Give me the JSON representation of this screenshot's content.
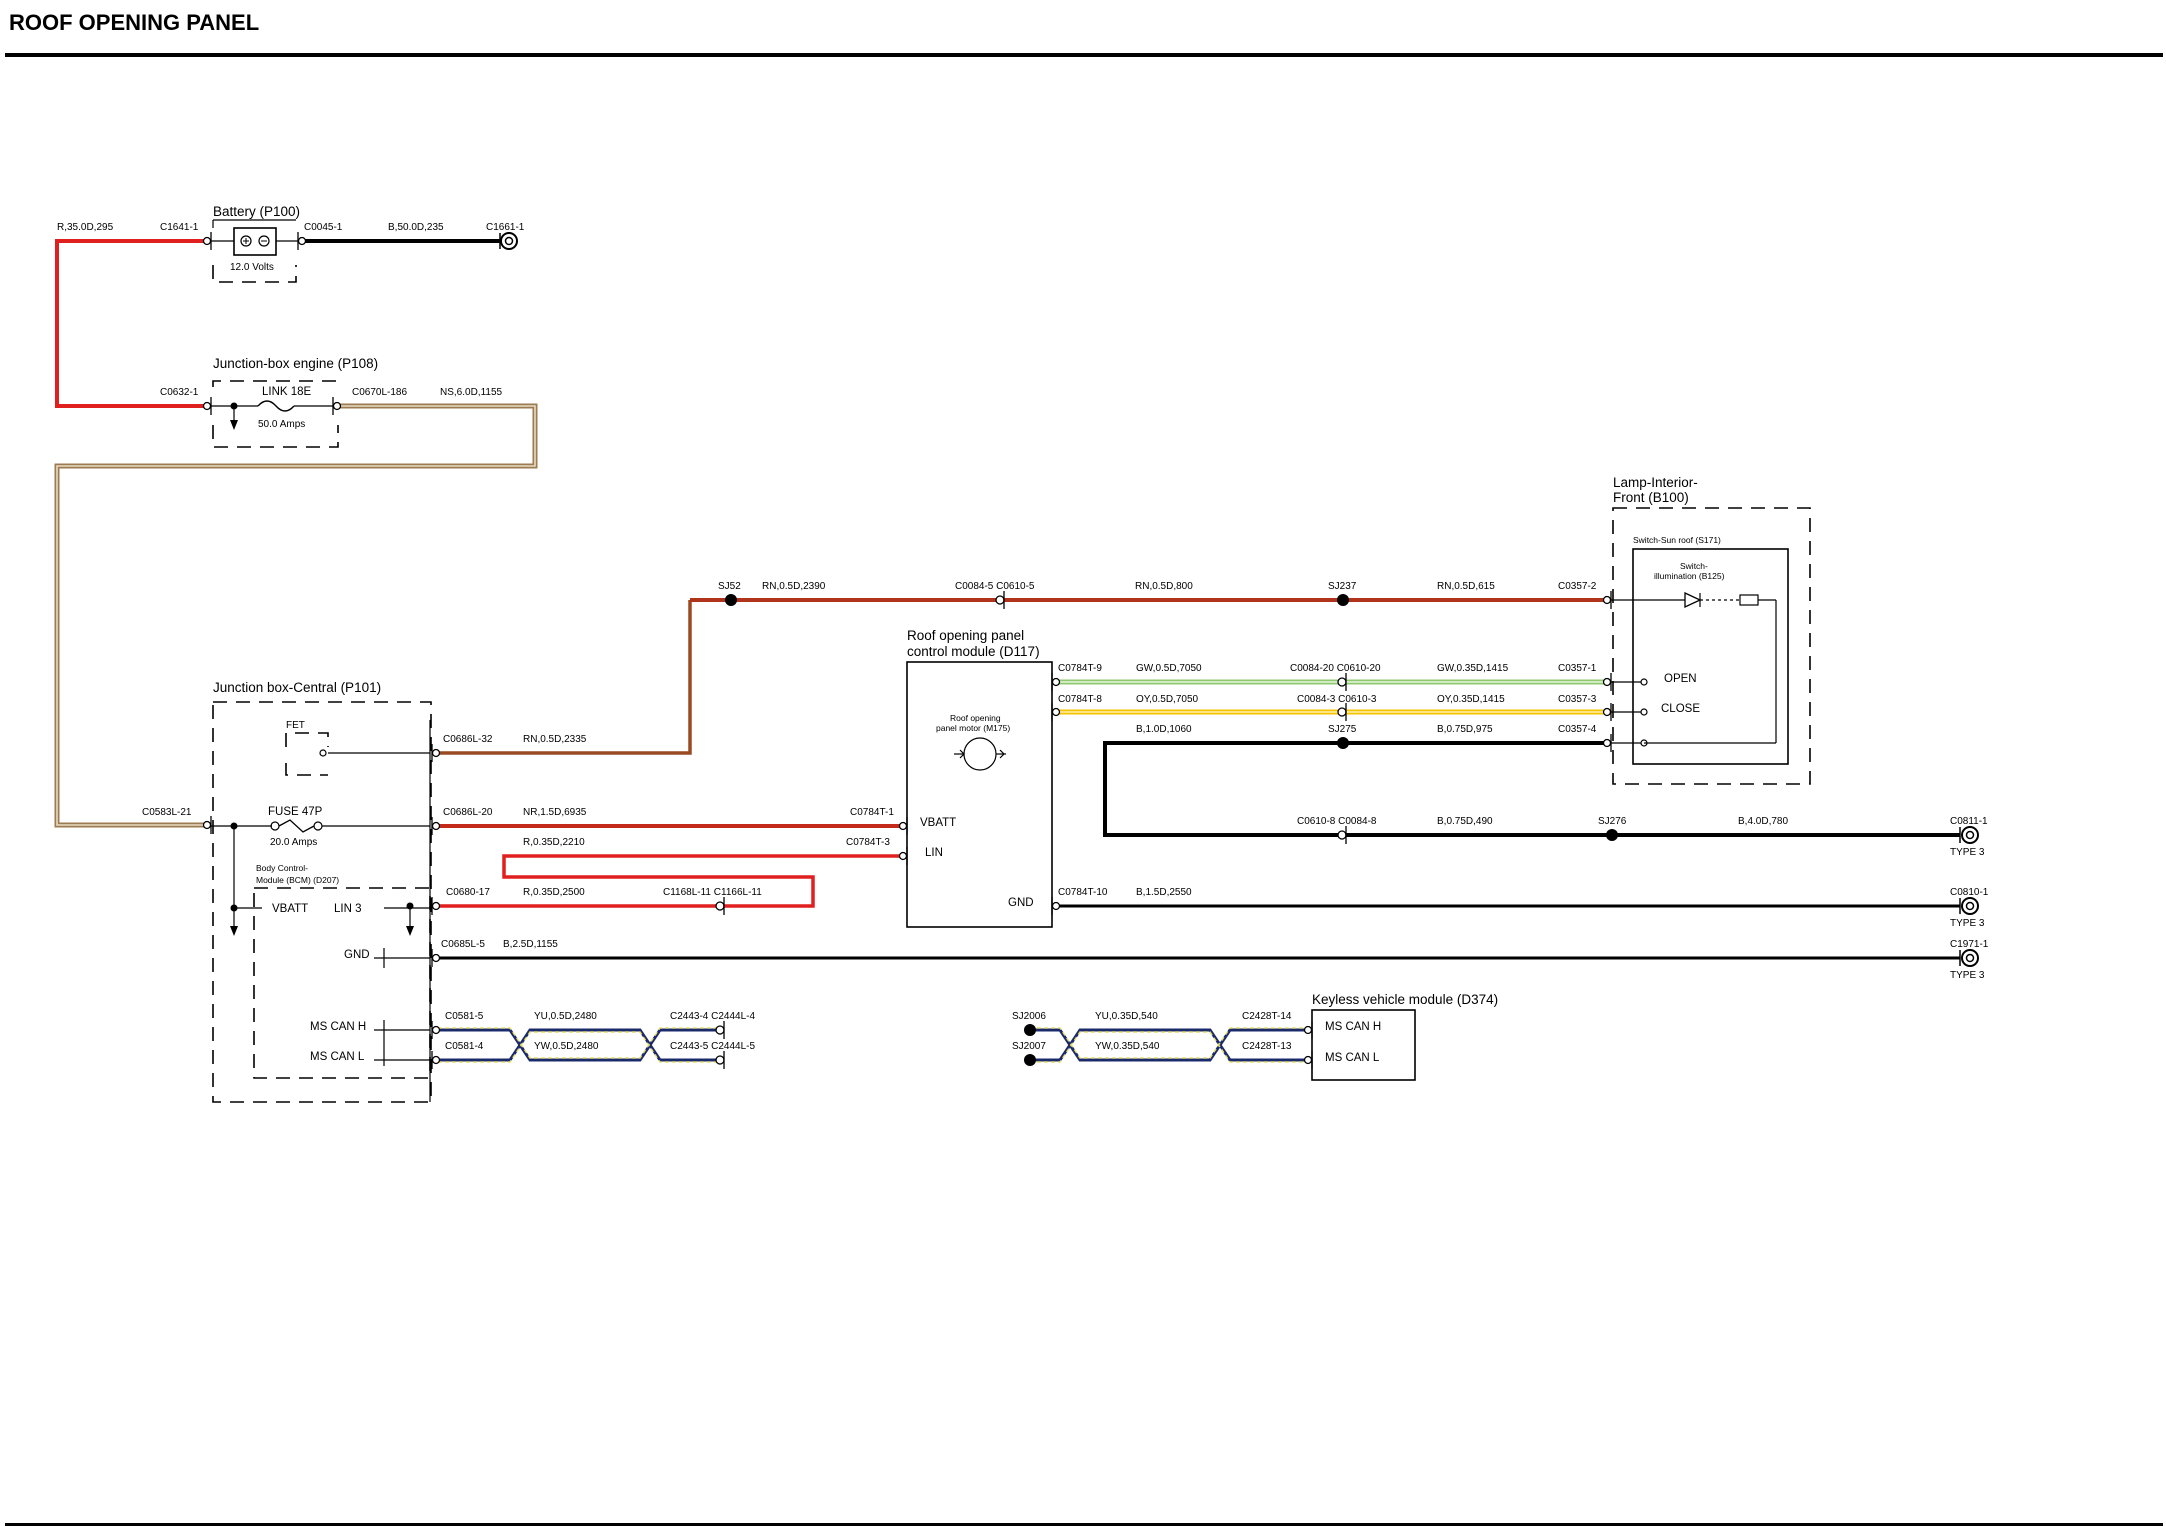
{
  "title": "ROOF OPENING PANEL",
  "components": {
    "battery": {
      "name": "Battery (P100)",
      "rating": "12.0 Volts"
    },
    "jb_engine": {
      "name": "Junction-box engine (P108)",
      "link": "LINK 18E",
      "rating": "50.0 Amps"
    },
    "jb_central": {
      "name": "Junction box-Central (P101)",
      "fet": "FET",
      "fuse": "FUSE 47P",
      "fuse_rating": "20.0 Amps"
    },
    "bcm": {
      "name": "Body Control-\nModule (BCM) (D207)",
      "name_l1": "Body Control-",
      "name_l2": "Module (BCM) (D207)",
      "vbatt": "VBATT",
      "lin": "LIN 3",
      "gnd": "GND",
      "mscanh": "MS CAN H",
      "mscanl": "MS CAN L"
    },
    "ropcm": {
      "name_l1": "Roof opening panel",
      "name_l2": "control module (D117)",
      "motor_l1": "Roof opening",
      "motor_l2": "panel motor (M175)",
      "vbatt": "VBATT",
      "lin": "LIN",
      "gnd": "GND"
    },
    "lamp": {
      "name_l1": "Lamp-Interior-",
      "name_l2": "Front (B100)",
      "switch": "Switch-Sun roof (S171)",
      "illum_l1": "Switch-",
      "illum_l2": "illumination (B125)",
      "open": "OPEN",
      "close": "CLOSE"
    },
    "keyless": {
      "name": "Keyless vehicle module (D374)",
      "mscanh": "MS CAN H",
      "mscanl": "MS CAN L"
    }
  },
  "connectors": {
    "c1641": "C1641-1",
    "c0045": "C0045-1",
    "c1661": "C1661-1",
    "c0632": "C0632-1",
    "c0670": "C0670L-186",
    "c0583": "C0583L-21",
    "c0686_32": "C0686L-32",
    "c0686_20": "C0686L-20",
    "c0680": "C0680-17",
    "c0685": "C0685L-5",
    "c0581_5": "C0581-5",
    "c0581_4": "C0581-4",
    "c2443_4": "C2443-4 C2444L-4",
    "c2443_5": "C2443-5 C2444L-5",
    "c1168": "C1168L-11 C1166L-11",
    "c0784_1": "C0784T-1",
    "c0784_3": "C0784T-3",
    "c0784_9": "C0784T-9",
    "c0784_8": "C0784T-8",
    "c0784_10": "C0784T-10",
    "c0084_5": "C0084-5 C0610-5",
    "c0084_20": "C0084-20 C0610-20",
    "c0084_3": "C0084-3 C0610-3",
    "c0610_8": "C0610-8 C0084-8",
    "c0357_2": "C0357-2",
    "c0357_1": "C0357-1",
    "c0357_3": "C0357-3",
    "c0357_4": "C0357-4",
    "c0811": "C0811-1",
    "c0810": "C0810-1",
    "c1971": "C1971-1",
    "type3": "TYPE 3",
    "c2428_14": "C2428T-14",
    "c2428_13": "C2428T-13"
  },
  "splices": {
    "sj52": "SJ52",
    "sj237": "SJ237",
    "sj275": "SJ275",
    "sj276": "SJ276",
    "sj2006": "SJ2006",
    "sj2007": "SJ2007"
  },
  "wires": {
    "w_r35": "R,35.0D,295",
    "w_b50": "B,50.0D,235",
    "w_ns": "NS,6.0D,1155",
    "w_rn2390": "RN,0.5D,2390",
    "w_rn800": "RN,0.5D,800",
    "w_rn615": "RN,0.5D,615",
    "w_rn2335": "RN,0.5D,2335",
    "w_nr": "NR,1.5D,6935",
    "w_r2210": "R,0.35D,2210",
    "w_r2500": "R,0.35D,2500",
    "w_b25": "B,2.5D,1155",
    "w_yu2480": "YU,0.5D,2480",
    "w_yw2480": "YW,0.5D,2480",
    "w_gw7050": "GW,0.5D,7050",
    "w_oy7050": "OY,0.5D,7050",
    "w_b1060": "B,1.0D,1060",
    "w_gw1415": "GW,0.35D,1415",
    "w_oy1415": "OY,0.35D,1415",
    "w_b975": "B,0.75D,975",
    "w_b490": "B,0.75D,490",
    "w_b780": "B,4.0D,780",
    "w_b2550": "B,1.5D,2550",
    "w_yu540": "YU,0.35D,540",
    "w_yw540": "YW,0.35D,540"
  },
  "colors": {
    "red": "#e01f1f",
    "brown": "#9a4a22",
    "tan": "#9c7b52",
    "black": "#000000",
    "green": "#9cd17c",
    "yellow": "#f5c300",
    "navy": "#1b2a6b",
    "canYellow": "#e8df6a"
  }
}
